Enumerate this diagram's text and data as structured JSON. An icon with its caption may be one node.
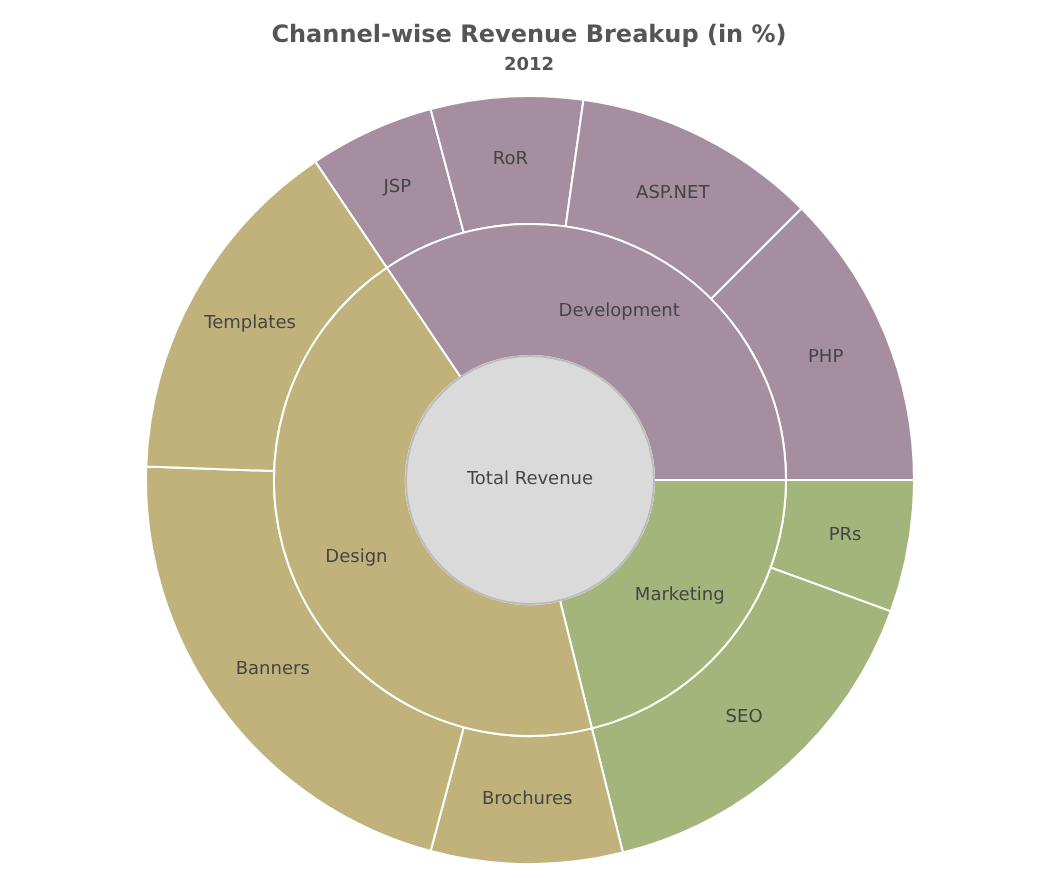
{
  "diagram": {
    "title": "Channel-wise Revenue Breakup (in %)",
    "nodes": [
      {
        "text": [
          "Total Revenue"
        ]
      },
      {
        "text": [
          "Development"
        ]
      },
      {
        "text": [
          "Marketing"
        ]
      },
      {
        "text": [
          "Design"
        ]
      },
      {
        "text": [
          "JSP"
        ]
      },
      {
        "text": [
          "RoR"
        ]
      },
      {
        "text": [
          "ASP.NET"
        ]
      },
      {
        "text": [
          "PHP"
        ]
      },
      {
        "text": [
          "PRs"
        ]
      },
      {
        "text": [
          "SEO"
        ]
      },
      {
        "text": [
          "Brochures"
        ]
      },
      {
        "text": [
          "Banners"
        ]
      },
      {
        "text": [
          "Templates"
        ]
      }
    ],
    "labels": [
      "2012"
    ]
  }
}
